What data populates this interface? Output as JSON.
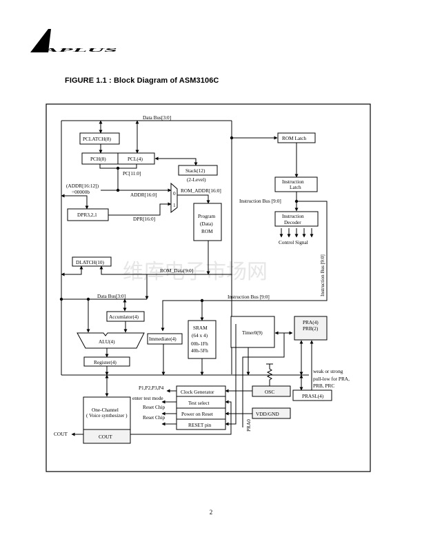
{
  "header": {
    "logo_text": "APLUS",
    "figure_title": "FIGURE 1.1 : Block Diagram of ASM3106C"
  },
  "watermark": "维库电子市场网",
  "blocks": {
    "pclatch": "PCLATCH(8)",
    "pch": "PCH(8)",
    "pcl": "PCL(4)",
    "stack": "Stack(12)",
    "stack_sub": "(2-Level)",
    "dpr": "DPR3,2,1",
    "program_rom": [
      "Program",
      "(Data)",
      "ROM"
    ],
    "rom_latch": "ROM Latch",
    "instruction_latch": [
      "Instruction",
      "Latch"
    ],
    "instruction_decoder": [
      "Instruction",
      "Decoder"
    ],
    "dlatch": "DLATCH(10)",
    "accumulator": "Accumlator(4)",
    "alu": "ALU(4)",
    "register": "Register(4)",
    "immediate": "Immediate(4)",
    "sram": [
      "SRAM",
      "(64 x 4)",
      "00h-1Fh",
      "40h-5Fh"
    ],
    "timer": "Timer0(9)",
    "pra": [
      "PRA(4)",
      "PRB(2)"
    ],
    "prasl": "PRASL(4)",
    "osc": "OSC",
    "vdd": "VDD/GND",
    "clock_generator": "Clock Generator",
    "test_select": "Test select",
    "power_on_reset": "Power on Reset",
    "reset_pin": "RESET pin",
    "voice": [
      "One-Channel",
      "( Voice synthesizer )"
    ],
    "cout_block": "COUT"
  },
  "labels": {
    "data_bus_top": "Data Bus[3:0]",
    "pc": "PC[11:0]",
    "addr_hi": "(ADDR[16:12])",
    "addr_zero": "=00000b",
    "addr": "ADDR[16:0]",
    "dpr_bus": "DPR[16:0]",
    "rom_addr": "ROM_ADDR[16:0]",
    "mux_0": "0",
    "mux_1": "1",
    "instr_bus_1": "Instruction Bus [9:0]",
    "control_signal": "Control Signal",
    "instr_bus_vertical": "Instruction Bus [9:0]",
    "rom_data": "ROM_Data[9:0]",
    "data_bus_mid": "Data Bus[3:0]",
    "instr_bus_2": "Instruction Bus [9:0]",
    "pull_low": [
      "weak or strong",
      "pull-low for PRA,",
      "PRB, PRC"
    ],
    "ports": "P1,P2,P3,P4",
    "enter_test": "enter test mode",
    "reset_chip_1": "Reset Chip",
    "reset_chip_2": "Reset Chip",
    "pra0": "PRA0",
    "cout_out": "COUT"
  },
  "footer": {
    "page_number": "2"
  }
}
